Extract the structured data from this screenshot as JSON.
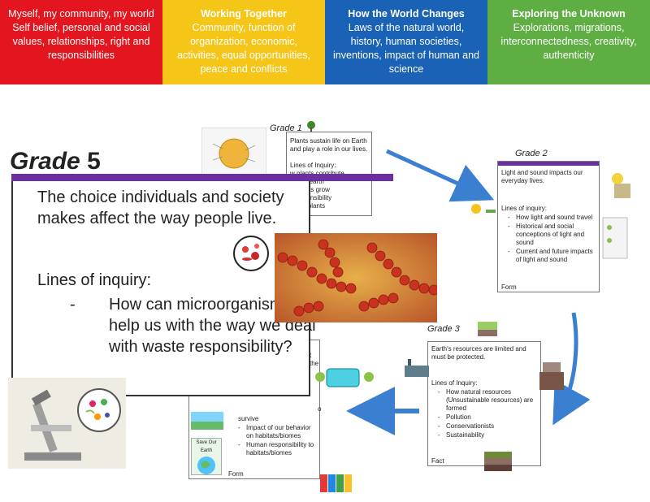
{
  "bands": [
    {
      "title": "",
      "text": "Myself, my community, my world Self belief, personal and social values, relationships, right and responsibilities",
      "color": "#e3151f"
    },
    {
      "title": "Working Together",
      "text": "Community, function of organization, economic, activities, equal opportunities, peace and conflicts",
      "color": "#f5c518"
    },
    {
      "title": "How the World Changes",
      "text": "Laws of the natural world, history, human societies, inventions, impact of human and science",
      "color": "#1a62b5"
    },
    {
      "title": "Exploring the Unknown",
      "text": "Explorations, migrations, interconnectedness, creativity, authenticity",
      "color": "#5fae44"
    }
  ],
  "grade1": {
    "label": "Grade 1",
    "statement": "Plants sustain life on Earth and play a role in our lives.",
    "loi": "Lines of Inquiry:",
    "items": [
      "w plants contribute",
      "life on earth",
      "w plants grow",
      "r responsibility",
      "vards plants"
    ]
  },
  "grade2": {
    "label": "Grade 2",
    "statement": "Light and sound impacts our everyday lives.",
    "loi": "Lines of inquiry:",
    "items": [
      "How light and sound travel",
      "Historical and social conceptions of light and sound",
      "Current and future impacts of light and sound"
    ],
    "footer": "Form"
  },
  "grade3": {
    "label": "Grade 3",
    "statement": "Earth's resources are limited and must be protected.",
    "loi": "Lines of Inquiry:",
    "items": [
      "How natural resources (Unsustainable resources) are formed",
      "Pollution",
      "Conservationists",
      "Sustainability"
    ],
    "footer": "Fact"
  },
  "grade4": {
    "fragment_top": "t the",
    "fragment_o": "o",
    "lead": "survive",
    "items": [
      "Impact of our behavior on habitats/biomes",
      "Human responsibility to habitats/biomes"
    ],
    "footer": "Form",
    "sign": "Save Our Earth"
  },
  "grade5": {
    "grade_word": "Grade",
    "grade_num": "5",
    "statement": "The choice individuals and society makes affect the way people live.",
    "loi": "Lines of inquiry:",
    "bullet": "How can microorganisms help us with the way we deal with waste responsibility?"
  },
  "colors": {
    "accent": "#6b2fa0",
    "arrow": "#3a7fd0"
  }
}
